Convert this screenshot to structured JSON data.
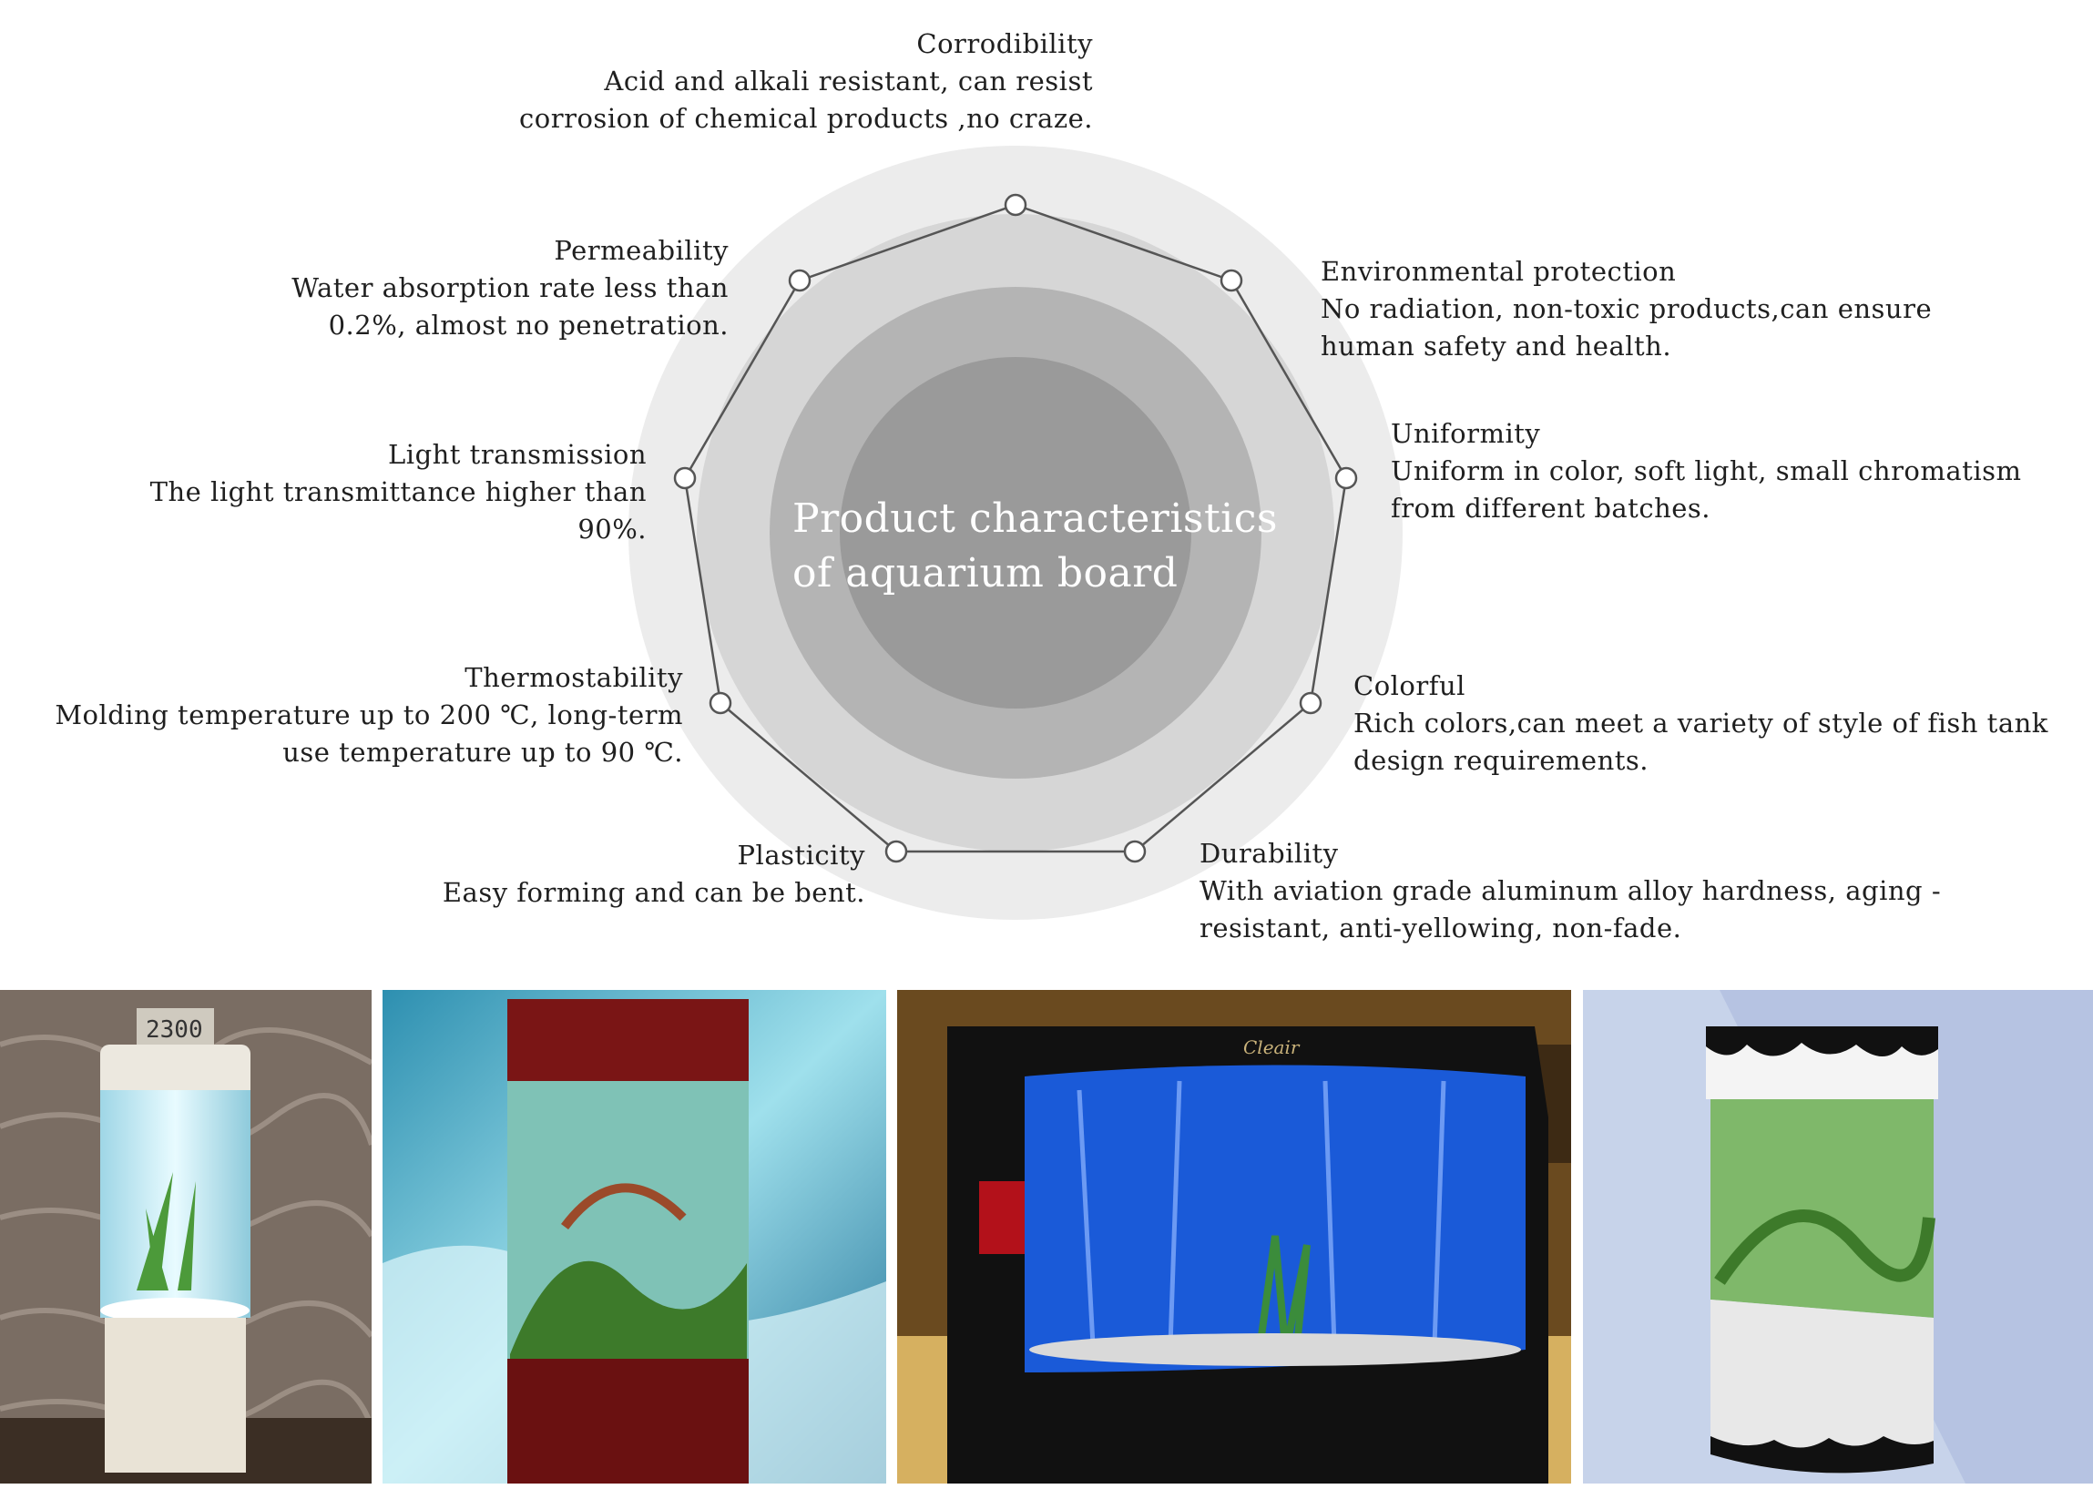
{
  "center": {
    "line1": "Product characteristics",
    "line2": "of aquarium board"
  },
  "features": [
    {
      "id": "corrodibility",
      "title": "Corrodibility",
      "description": "Acid and alkali resistant, can resist corrosion of chemical products ,no craze."
    },
    {
      "id": "environmental",
      "title": "Environmental protection",
      "description": "No radiation, non-toxic products,can ensure human safety and health."
    },
    {
      "id": "uniformity",
      "title": "Uniformity",
      "description": "Uniform in color, soft light, small chromatism from different batches."
    },
    {
      "id": "colorful",
      "title": "Colorful",
      "description": "Rich colors,can meet a variety of style of fish tank design requirements."
    },
    {
      "id": "durability",
      "title": "Durability",
      "description": "With aviation grade aluminum alloy hardness, aging - resistant, anti-yellowing, non-fade."
    },
    {
      "id": "plasticity",
      "title": "Plasticity",
      "description": "Easy forming and can be bent."
    },
    {
      "id": "thermostability",
      "title": "Thermostability",
      "description": "Molding temperature up to 200 ℃, long-term use temperature up to 90 ℃."
    },
    {
      "id": "light",
      "title": "Light transmission",
      "description": "The light transmittance higher than 90%."
    },
    {
      "id": "permeability",
      "title": "Permeability",
      "description": "Water absorption rate less than 0.2%, almost no penetration."
    }
  ],
  "photos": [
    {
      "id": "cylinder-tank",
      "counter_text": "2300"
    },
    {
      "id": "red-cabinet-tank"
    },
    {
      "id": "blue-curved-tank",
      "brand_text": "Cleair"
    },
    {
      "id": "white-tower-tank"
    }
  ],
  "colors": {
    "ring1": "#ececec",
    "ring2": "#d6d6d6",
    "ring3": "#b4b4b4",
    "ring4": "#9a9a9a",
    "polygon": "#555555",
    "text": "#1f1f1f"
  }
}
